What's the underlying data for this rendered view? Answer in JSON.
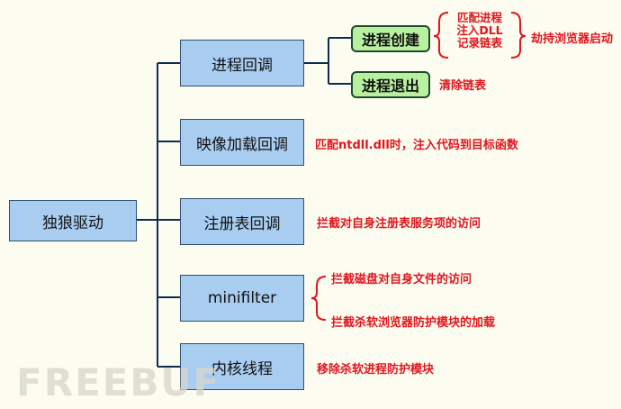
{
  "root": "独狼驱动",
  "branches": [
    {
      "label": "进程回调"
    },
    {
      "label": "映像加载回调"
    },
    {
      "label": "注册表回调"
    },
    {
      "label": "minifilter"
    },
    {
      "label": "内核线程"
    }
  ],
  "process_create": "进程创建",
  "process_exit": "进程退出",
  "create_notes": [
    "匹配进程",
    "注入DLL",
    "记录链表"
  ],
  "create_result": "劫持浏览器启动",
  "exit_note": "清除链表",
  "image_note": "匹配ntdll.dll时，注入代码到目标函数",
  "registry_note": "拦截对自身注册表服务项的访问",
  "minifilter_notes": [
    "拦截磁盘对自身文件的访问",
    "拦截杀软浏览器防护模块的加载"
  ],
  "thread_note": "移除杀软进程防护模块",
  "watermark": "FREEBUF",
  "colors": {
    "box_blue": "#a8cdf0",
    "box_green": "#b8f0a0",
    "note_red": "#e0161e",
    "line": "#0e2a55"
  }
}
